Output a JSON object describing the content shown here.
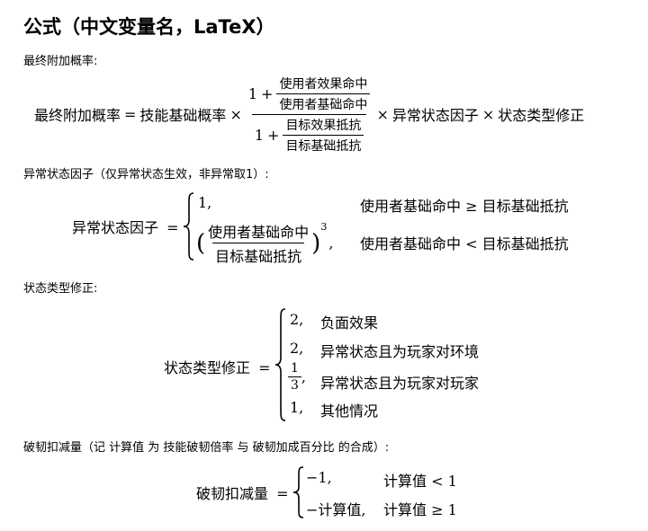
{
  "title": "公式（中文变量名，LaTeX）",
  "sections": {
    "s1": {
      "label": "最终附加概率:",
      "lhs": "最终附加概率",
      "eq": "=",
      "term1": "技能基础概率",
      "times": "×",
      "one": "1",
      "plus": "+",
      "num_num": "使用者效果命中",
      "num_den": "使用者基础命中",
      "den_num": "目标效果抵抗",
      "den_den": "目标基础抵抗",
      "term2": "异常状态因子",
      "term3": "状态类型修正"
    },
    "s2": {
      "label": "异常状态因子（仅异常状态生效，非异常取1）:",
      "lhs": "异常状态因子",
      "eq": "=",
      "case1_value": "1,",
      "case1_cond": "使用者基础命中 ≥ 目标基础抵抗",
      "case2_num": "使用者基础命中",
      "case2_den": "目标基础抵抗",
      "case2_exp": "3",
      "case2_comma": ",",
      "case2_cond": "使用者基础命中 < 目标基础抵抗"
    },
    "s3": {
      "label": "状态类型修正:",
      "lhs": "状态类型修正",
      "eq": "=",
      "cases": [
        {
          "value": "2,",
          "cond": "负面效果"
        },
        {
          "value": "2,",
          "cond": "异常状态且为玩家对环境"
        },
        {
          "value_num": "1",
          "value_den": "3",
          "value_comma": ",",
          "cond": "异常状态且为玩家对玩家"
        },
        {
          "value": "1,",
          "cond": "其他情况"
        }
      ]
    },
    "s4": {
      "label": "破韧扣减量（记 计算值 为 技能破韧倍率 与 破韧加成百分比 的合成）:",
      "lhs": "破韧扣减量",
      "eq": "=",
      "case1_value": "−1,",
      "case1_cond": "计算值 < 1",
      "case2_value": "−计算值,",
      "case2_cond": "计算值 ≥ 1"
    }
  }
}
